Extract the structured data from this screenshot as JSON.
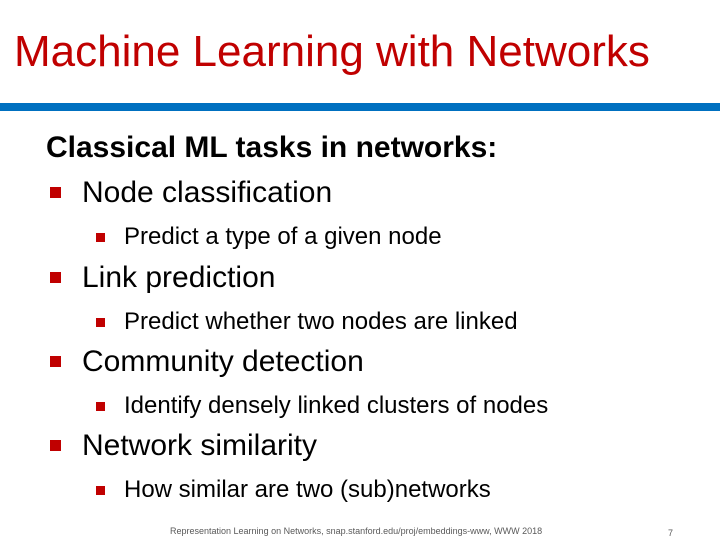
{
  "slide": {
    "title": "Machine Learning with Networks",
    "heading": "Classical ML tasks in networks:",
    "bullets": [
      {
        "label": "Node classification",
        "sub": [
          "Predict a type of a given node"
        ]
      },
      {
        "label": "Link prediction",
        "sub": [
          "Predict whether two nodes are linked"
        ]
      },
      {
        "label": "Community detection",
        "sub": [
          "Identify densely linked clusters of nodes"
        ]
      },
      {
        "label": "Network similarity",
        "sub": [
          "How similar are two (sub)networks"
        ]
      }
    ],
    "footer": "Representation Learning on Networks, snap.stanford.edu/proj/embeddings-www, WWW 2018",
    "page_number": "7"
  },
  "colors": {
    "title": "#c00000",
    "rule": "#0070c0",
    "bullet": "#c00000",
    "text": "#000000"
  }
}
